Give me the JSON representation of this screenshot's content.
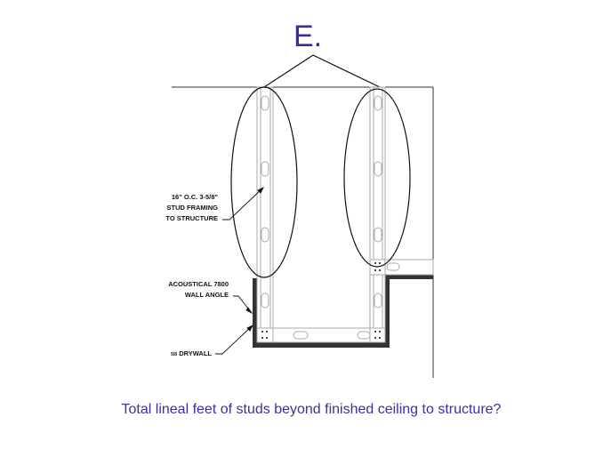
{
  "title": "E.",
  "labels": {
    "stud_line1": "16\" O.C. 3-5/8\"",
    "stud_line2": "STUD FRAMING",
    "stud_line3": "TO STRUCTURE",
    "angle_line1": "ACOUSTICAL 7800",
    "angle_line2": "WALL ANGLE",
    "drywall_fraction": "5/8",
    "drywall": "DRYWALL"
  },
  "question": "Total lineal feet of studs beyond finished ceiling to structure?",
  "colors": {
    "accent": "#3d2b8e"
  }
}
